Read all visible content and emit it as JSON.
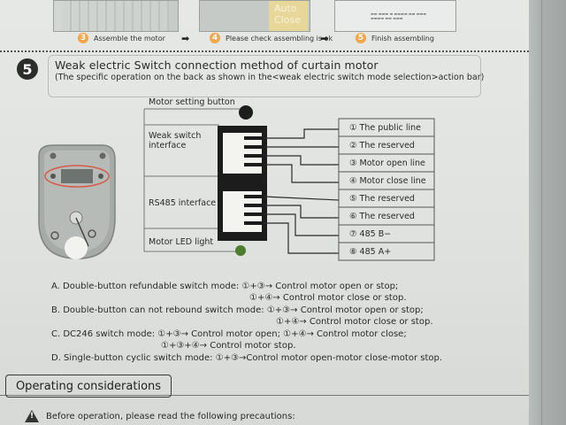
{
  "steps": [
    {
      "num": "3",
      "label": "Assemble the motor"
    },
    {
      "num": "4",
      "label": "Please check assembling is ok"
    },
    {
      "num": "5",
      "label": "Finish assembling"
    }
  ],
  "photo2_text": "Auto Close",
  "section": {
    "number": "5",
    "title": "Weak electric Switch  connection method of curtain motor",
    "subtitle": "(The specific operation on the back as shown in the<weak electric switch mode selection>action bar)"
  },
  "diagram": {
    "motor_setting_button": "Motor setting button",
    "weak_switch_interface_l1": "Weak switch",
    "weak_switch_interface_l2": "interface",
    "rs485_interface": "RS485 interface",
    "motor_led_light": "Motor LED light",
    "terminals": [
      "① The public line",
      "② The reserved",
      "③ Motor open line",
      "④ Motor close line",
      "⑤ The reserved",
      "⑥ The reserved",
      "⑦ 485 B−",
      "⑧ 485 A+"
    ],
    "colors": {
      "button": "#1d1d1d",
      "led": "#4f7d2e",
      "highlight": "#d65a4a"
    }
  },
  "modes": [
    {
      "text": "A. Double-button refundable switch mode: ①+③→ Control motor open or stop;"
    },
    {
      "text": "①+④→ Control motor close or stop."
    },
    {
      "text": "B. Double-button can not rebound switch mode: ①+③→ Control motor open or stop;"
    },
    {
      "text": "①+④→ Control motor close or stop."
    },
    {
      "text": "C. DC246 switch mode: ①+③→ Control motor open; ①+④→ Control motor close;"
    },
    {
      "text": "①+③+④→ Control motor stop."
    },
    {
      "text": "D. Single-button cyclic switch mode: ①+③→Control motor open-motor close-motor stop."
    }
  ],
  "operating": {
    "heading": "Operating considerations",
    "precaution": "Before operation, please read the following precautions:"
  }
}
